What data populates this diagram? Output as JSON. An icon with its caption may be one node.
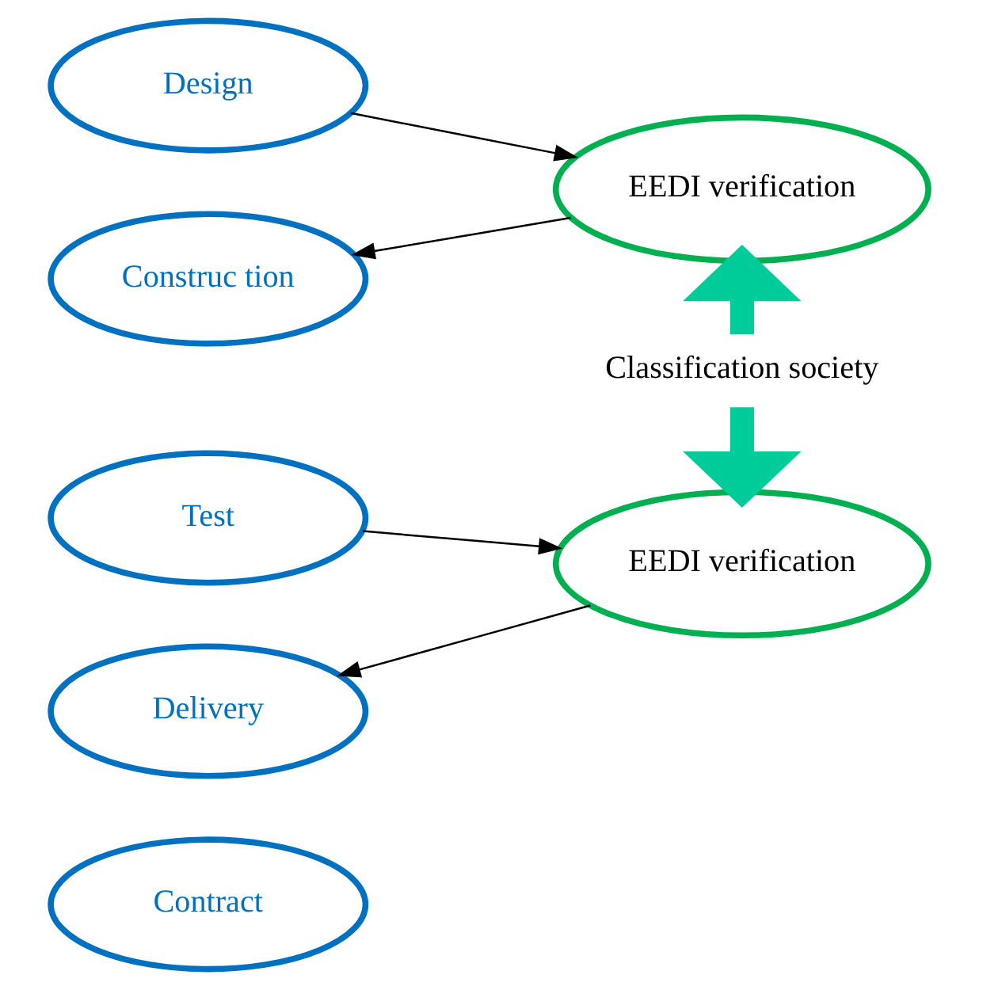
{
  "diagram": {
    "nodes": [
      {
        "text": [
          "Contract"
        ]
      },
      {
        "text": [
          "Design"
        ]
      },
      {
        "text": [
          "Construc tion"
        ]
      },
      {
        "text": [
          "Test"
        ]
      },
      {
        "text": [
          "Delivery"
        ]
      },
      {
        "text": [
          "EEDI verification"
        ]
      },
      {
        "text": [
          "Classification society"
        ]
      },
      {
        "text": [
          "EEDI verification"
        ]
      }
    ],
    "edges": [
      {
        "from": 1,
        "to": 5,
        "arrow": "to"
      },
      {
        "from": 5,
        "to": 2,
        "arrow": "to"
      },
      {
        "from": 3,
        "to": 7,
        "arrow": "to"
      },
      {
        "from": 7,
        "to": 4,
        "arrow": "to"
      },
      {
        "from": 6,
        "to": 5,
        "arrow": "to",
        "style": "thick",
        "color": "#00cc99"
      },
      {
        "from": 6,
        "to": 7,
        "arrow": "to",
        "style": "thick",
        "color": "#00cc99"
      }
    ]
  }
}
